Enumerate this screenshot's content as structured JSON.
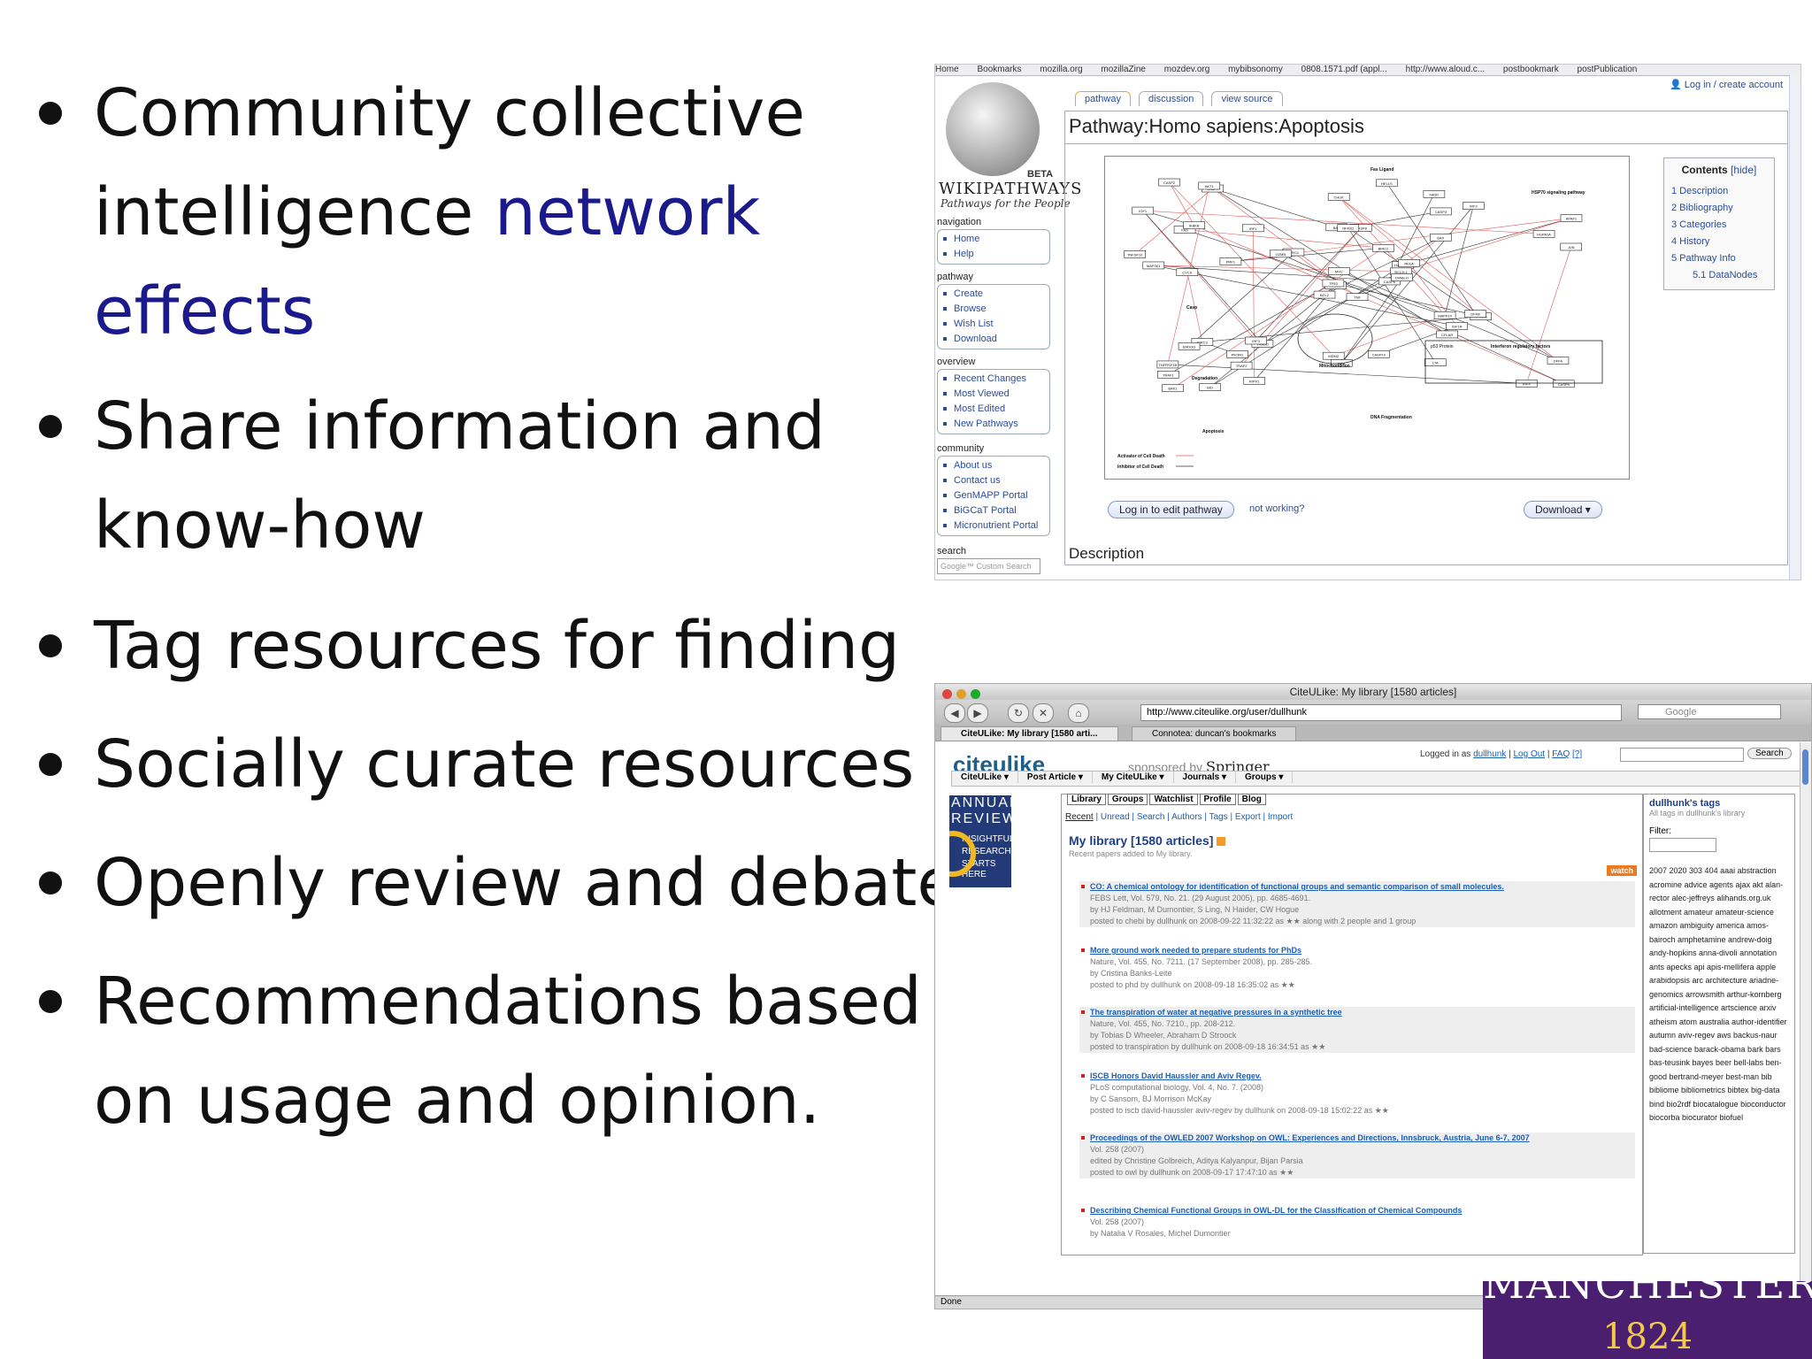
{
  "bullets": [
    {
      "lines": [
        "Community collective",
        "intelligence "
      ],
      "highlight": "network",
      "extra": "effects"
    },
    {
      "lines": [
        "Share information and",
        "know-how"
      ]
    },
    {
      "lines": [
        "Tag resources for finding"
      ]
    },
    {
      "lines": [
        "Socially curate resources"
      ]
    },
    {
      "lines": [
        "Openly review and debate"
      ]
    },
    {
      "lines": [
        "Recommendations based",
        "on usage and opinion."
      ]
    }
  ],
  "colors": {
    "highlight": "#1a1a8c",
    "manchester_purple": "#4b1f70",
    "manchester_gold": "#f2c94c"
  },
  "logo": {
    "top": "MANCHESTER",
    "year": "1824"
  },
  "wikipathways": {
    "bookmarks": [
      "Home",
      "Bookmarks",
      "mozilla.org",
      "mozillaZine",
      "mozdev.org",
      "mybibsonomy",
      "0808.1571.pdf (appl...",
      "http://www.aloud.c...",
      "postbookmark",
      "postPublication"
    ],
    "login": "Log in / create account",
    "beta": "BETA",
    "brand": "WIKIPATHWAYS",
    "tagline": "Pathways for the People",
    "tabs": [
      "pathway",
      "discussion",
      "view source"
    ],
    "page_title": "Pathway:Homo sapiens:Apoptosis",
    "nav": {
      "navigation": {
        "title": "navigation",
        "items": [
          "Home",
          "Help"
        ]
      },
      "pathway": {
        "title": "pathway",
        "items": [
          "Create",
          "Browse",
          "Wish List",
          "Download"
        ]
      },
      "overview": {
        "title": "overview",
        "items": [
          "Recent Changes",
          "Most Viewed",
          "Most Edited",
          "New Pathways"
        ]
      },
      "community": {
        "title": "community",
        "items": [
          "About us",
          "Contact us",
          "GenMAPP Portal",
          "BiGCaT Portal",
          "Micronutrient Portal"
        ]
      },
      "search": {
        "title": "search",
        "placeholder": "Google™ Custom Search"
      }
    },
    "diagram": {
      "labels": {
        "fas_ligand": "Fas Ligand",
        "casp": "Casp",
        "mito": "Mitochondrion",
        "degradation": "Degradation",
        "apoptosis": "Apoptosis",
        "dna": "DNA Fragmentation",
        "irf": "Interferon regulatory factors",
        "p53": "p53 Protein",
        "hsp": "HSP70 signaling pathway",
        "act": "Activator of Cell Death",
        "inh": "Inhibitor of Cell Death"
      },
      "genes": [
        "TNF",
        "FAS",
        "FASLG",
        "TNFRSF1B",
        "TNFRSF25",
        "TRADD",
        "FADD",
        "CASP8",
        "CASP3",
        "CASP6",
        "CASP7",
        "CASP9",
        "CYCS",
        "APAF1",
        "BCL2",
        "BAX",
        "BID",
        "BAD",
        "BIRC2",
        "BIRC3",
        "BIRC4",
        "TRAF1",
        "TRAF2",
        "NFKB1",
        "RELA",
        "NFKBIA",
        "IKBKB",
        "CHUK",
        "MAP3K1",
        "MAPK10",
        "JUN",
        "TP53",
        "MDM2",
        "MYC",
        "IRF1",
        "IRF2",
        "IRF3",
        "IRF4",
        "DFFA",
        "DFFB",
        "HELLS",
        "GZMB",
        "PRF1",
        "CFLAR",
        "RIPK1",
        "TNFSF10",
        "BCL2L1",
        "BAK1",
        "BOK",
        "DIABLO",
        "ENDOG",
        "HSPA1A",
        "IGF1",
        "IGF1R",
        "LTA",
        "PIK3R1",
        "AKT1",
        "CASP2",
        "CASP10"
      ]
    },
    "toc": {
      "title": "Contents",
      "hide": "[hide]",
      "entries": [
        "1 Description",
        "2 Bibliography",
        "3 Categories",
        "4 History",
        "5 Pathway Info",
        "5.1 DataNodes"
      ]
    },
    "edit_button": "Log in to edit pathway",
    "not_working": "not working?",
    "download_button": "Download",
    "description_heading": "Description"
  },
  "citeulike": {
    "window_title": "CiteULike: My library [1580 articles]",
    "url": "http://www.citeulike.org/user/dullhunk",
    "search_placeholder": "Google",
    "tabs": [
      "CiteULike: My library [1580 arti...",
      "Connotea: duncan's bookmarks"
    ],
    "logo": "citeulike",
    "sponsor_prefix": "sponsored by",
    "sponsor": "Springer",
    "logged_in_prefix": "Logged in as",
    "logged_in_user": "dullhunk",
    "logged_in_links": [
      "Log Out",
      "FAQ",
      "[?]"
    ],
    "search_button": "Search",
    "menu": [
      "CiteULike ▾",
      "Post Article ▾",
      "My CiteULike ▾",
      "Journals ▾",
      "Groups ▾"
    ],
    "ad": {
      "l1": "ANNUAL",
      "l2": "REVIEWS",
      "l3": "INSIGHTFUL",
      "l4": "RESEARCH",
      "l5": "STARTS HERE"
    },
    "lib_tabs": [
      "Library",
      "Groups",
      "Watchlist",
      "Profile",
      "Blog"
    ],
    "sub_tabs": [
      "Recent",
      "Unread",
      "Search",
      "Authors",
      "Tags",
      "Export",
      "Import"
    ],
    "library_title": "My library [1580 articles]",
    "library_subtitle": "Recent papers added to My library.",
    "watch": "watch",
    "articles": [
      {
        "title": "CO: A chemical ontology for identification of functional groups and semantic comparison of small molecules.",
        "journal": "FEBS Lett, Vol. 579, No. 21. (29 August 2005), pp. 4685-4691.",
        "authors": "by HJ Feldman, M Dumontier, S Ling, N Haider, CW Hogue",
        "posted": "posted to chebi by dullhunk on 2008-09-22 11:32:22 as ★★ along with 2 people and 1 group"
      },
      {
        "title": "More ground work needed to prepare students for PhDs",
        "journal": "Nature, Vol. 455, No. 7211. (17 September 2008), pp. 285-285.",
        "authors": "by Cristina Banks-Leite",
        "posted": "posted to phd by dullhunk on 2008-09-18 16:35:02 as ★★"
      },
      {
        "title": "The transpiration of water at negative pressures in a synthetic tree",
        "journal": "Nature, Vol. 455, No. 7210., pp. 208-212.",
        "authors": "by Tobias D Wheeler, Abraham D Stroock",
        "posted": "posted to transpiration by dullhunk on 2008-09-18 16:34:51 as ★★"
      },
      {
        "title": "ISCB Honors David Haussler and Aviv Regev.",
        "journal": "PLoS computational biology, Vol. 4, No. 7. (2008)",
        "authors": "by C Sansom, BJ Morrison McKay",
        "posted": "posted to iscb david-haussler aviv-regev by dullhunk on 2008-09-18 15:02:22 as ★★"
      },
      {
        "title": "Proceedings of the OWLED 2007 Workshop on OWL: Experiences and Directions, Innsbruck, Austria, June 6-7, 2007",
        "journal": "Vol. 258 (2007)",
        "authors": "edited by Christine Golbreich, Aditya Kalyanpur, Bijan Parsia",
        "posted": "posted to owl by dullhunk on 2008-09-17 17:47:10 as ★★"
      },
      {
        "title": "Describing Chemical Functional Groups in OWL-DL for the Classification of Chemical Compounds",
        "journal": "Vol. 258 (2007)",
        "authors": "by Natalia V Rosales, Michel Dumontier",
        "posted": ""
      }
    ],
    "tags_title": "dullhunk's tags",
    "tags_subtitle": "All tags in dullhunk's library",
    "filter_label": "Filter:",
    "tag_cloud": "2007 2020 303 404 aaai abstraction acromine advice agents ajax akt alan-rector alec-jeffreys alihands.org.uk allotment amateur amateur-science amazon ambiguity america amos-bairoch amphetamine andrew-doig andy-hopkins anna-divoli annotation ants apecks api apis-mellifera apple arabidopsis arc architecture ariadne-genomics arrowsmith arthur-kornberg artificial-intelligence artscience arxiv atheism atom australia author-identifier autumn aviv-regev aws backus-naur bad-science barack-obama bark bars bas-teusink bayes beer bell-labs ben-good bertrand-meyer best-man bib bibliome bibliometrics bibtex big-data bind bio2rdf biocatalogue bioconductor biocorba biocurator biofuel",
    "status": "Done"
  }
}
